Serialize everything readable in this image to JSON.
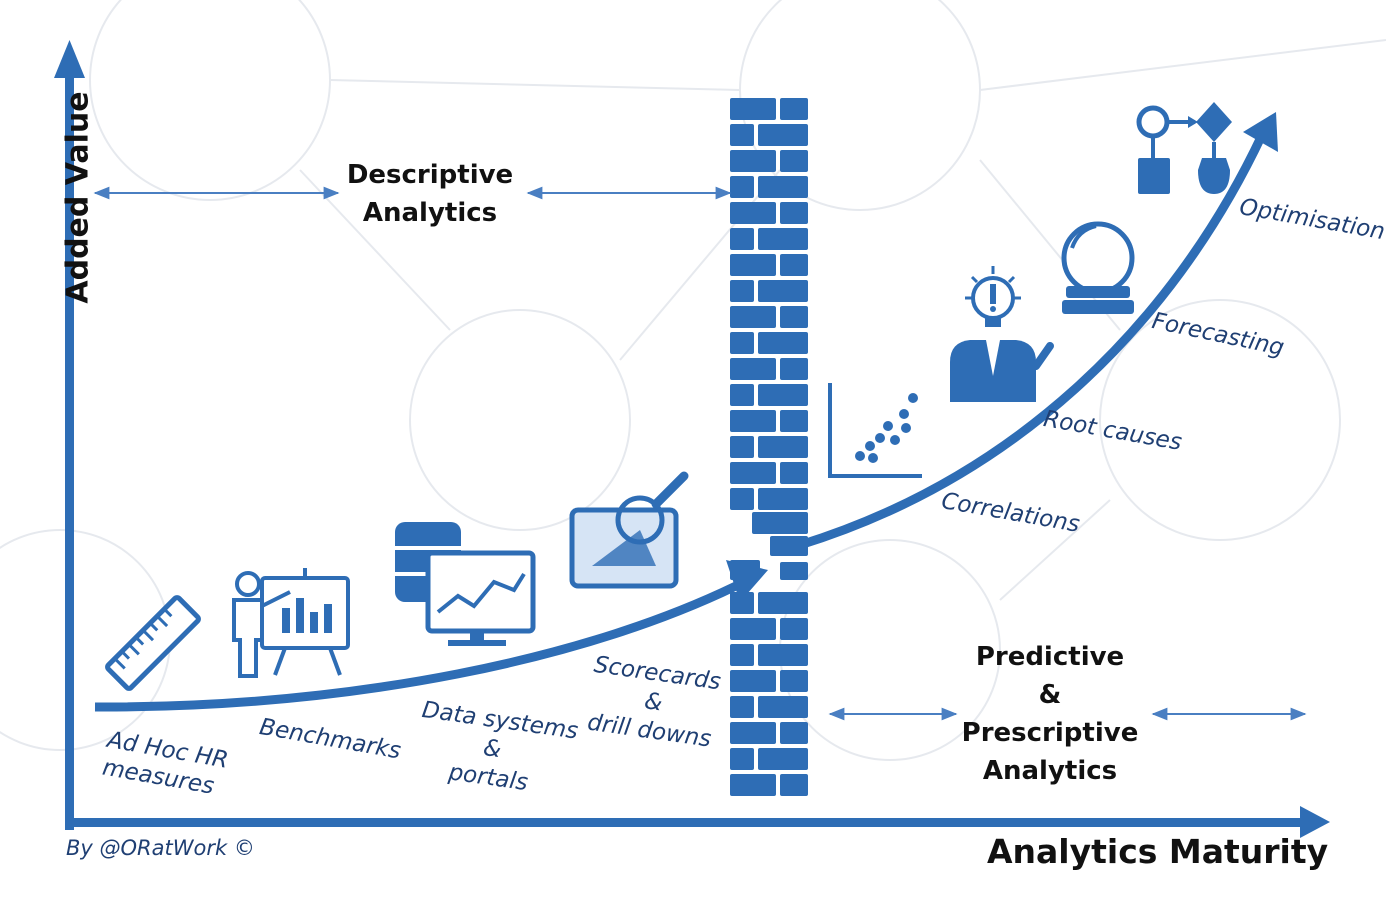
{
  "axes": {
    "y_label": "Added Value",
    "x_label": "Analytics Maturity"
  },
  "credit": "By @ORatWork ©",
  "sections": {
    "descriptive": [
      "Descriptive",
      "Analytics"
    ],
    "predictive": [
      "Predictive",
      "&",
      "Prescriptive",
      "Analytics"
    ]
  },
  "stages_descriptive": [
    {
      "lines": [
        "Ad Hoc HR",
        "measures"
      ],
      "icon": "ruler-icon"
    },
    {
      "lines": [
        "Benchmarks"
      ],
      "icon": "presenter-chart-icon"
    },
    {
      "lines": [
        "Data systems",
        "&",
        "portals"
      ],
      "icon": "database-monitor-icon"
    },
    {
      "lines": [
        "Scorecards",
        "&",
        "drill downs"
      ],
      "icon": "magnifier-chart-icon"
    }
  ],
  "stages_predictive": [
    {
      "label": "Correlations",
      "icon": "scatter-plot-icon"
    },
    {
      "label": "Root causes",
      "icon": "idea-person-icon"
    },
    {
      "label": "Forecasting",
      "icon": "crystal-ball-icon"
    },
    {
      "label": "Optimisation",
      "icon": "workflow-icon"
    }
  ],
  "colors": {
    "primary": "#2e6db5",
    "text": "#1f3f73",
    "dark": "#111111"
  }
}
